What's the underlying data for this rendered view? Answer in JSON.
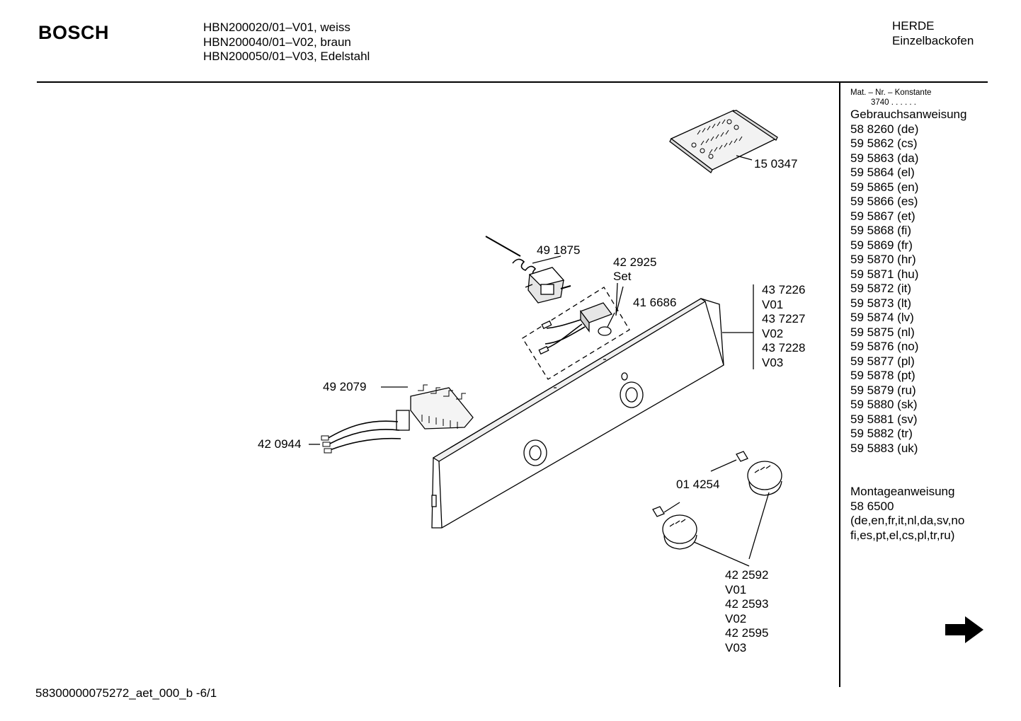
{
  "header": {
    "brand": "BOSCH",
    "models": [
      "HBN200020/01–V01, weiss",
      "HBN200040/01–V02, braun",
      "HBN200050/01–V03, Edelstahl"
    ],
    "category_line1": "HERDE",
    "category_line2": "Einzelbackofen"
  },
  "sidebar": {
    "mat_label": "Mat. – Nr. – Konstante",
    "mat_value": "3740 . . . . . .",
    "manual_title": "Gebrauchsanweisung",
    "manual_items": [
      "58 8260 (de)",
      "59 5862 (cs)",
      "59 5863 (da)",
      "59 5864 (el)",
      "59 5865 (en)",
      "59 5866 (es)",
      "59 5867 (et)",
      "59 5868 (fi)",
      "59 5869 (fr)",
      "59 5870 (hr)",
      "59 5871 (hu)",
      "59 5872 (it)",
      "59 5873 (lt)",
      "59 5874 (lv)",
      "59 5875 (nl)",
      "59 5876 (no)",
      "59 5877 (pl)",
      "59 5878 (pt)",
      "59 5879 (ru)",
      "59 5880 (sk)",
      "59 5881 (sv)",
      "59 5882 (tr)",
      "59 5883 (uk)"
    ],
    "install_title": "Montageanweisung",
    "install_number": "58 6500",
    "install_langs1": "(de,en,fr,it,nl,da,sv,no",
    "install_langs2": "fi,es,pt,el,cs,pl,tr,ru)"
  },
  "parts": {
    "screws": "15 0347",
    "thermostat": "49 1875",
    "set_number": "42 2925",
    "set_word": "Set",
    "lamp": "41 6686",
    "panel": [
      "43 7226",
      "V01",
      "43 7227",
      "V02",
      "43 7228",
      "V03"
    ],
    "connector": "49 2079",
    "harness": "42 0944",
    "knob_insert": "01 4254",
    "knobs": [
      "42 2592",
      "V01",
      "42 2593",
      "V02",
      "42 2595",
      "V03"
    ]
  },
  "footer": {
    "doc_code": "58300000075272_aet_000_b  -6/1"
  },
  "icons": {
    "next_page": "right-arrow-icon"
  },
  "colors": {
    "ink": "#000000",
    "paper": "#ffffff"
  }
}
